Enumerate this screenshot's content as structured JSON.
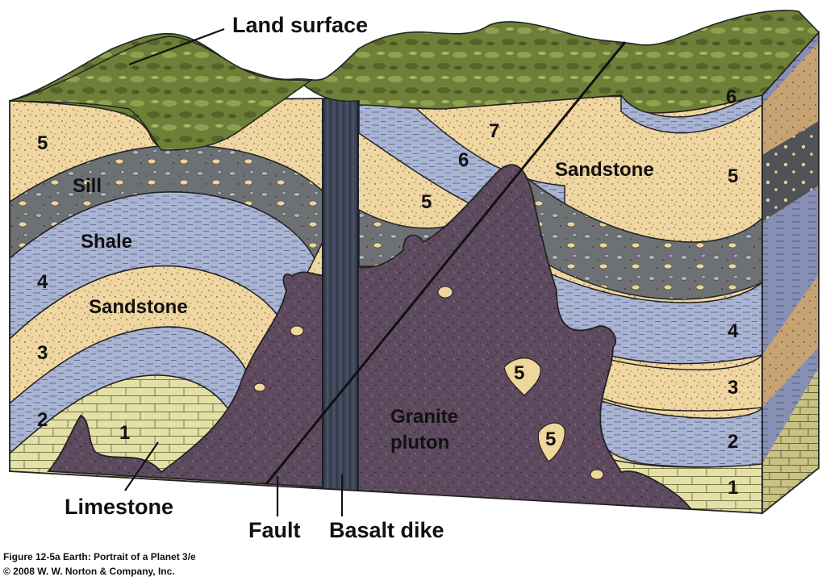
{
  "figure": {
    "labels": {
      "land_surface": "Land surface",
      "sill": "Sill",
      "shale": "Shale",
      "sandstone_left": "Sandstone",
      "sandstone_right": "Sandstone",
      "granite_line1": "Granite",
      "granite_line2": "pluton",
      "limestone": "Limestone",
      "fault": "Fault",
      "basalt_dike": "Basalt dike"
    },
    "layer_numbers": {
      "left": [
        "5",
        "4",
        "3",
        "2",
        "1"
      ],
      "middle": [
        "7",
        "6",
        "5"
      ],
      "right": [
        "6",
        "5",
        "4",
        "3",
        "2",
        "1"
      ],
      "xenoliths": [
        "5",
        "5"
      ]
    },
    "caption": {
      "line1": "Figure 12-5a  Earth: Portrait of a Planet 3/e",
      "line2": "© 2008 W. W. Norton & Company, Inc."
    },
    "colors": {
      "sandstone": "#f0d6a0",
      "shale": "#a9b3d2",
      "sill": "#6d7174",
      "limestone": "#e4e1a8",
      "granite": "#5e4a5e",
      "basalt": "#3e4658",
      "land": "#6e7f38",
      "side_face": "#c7a272"
    }
  }
}
